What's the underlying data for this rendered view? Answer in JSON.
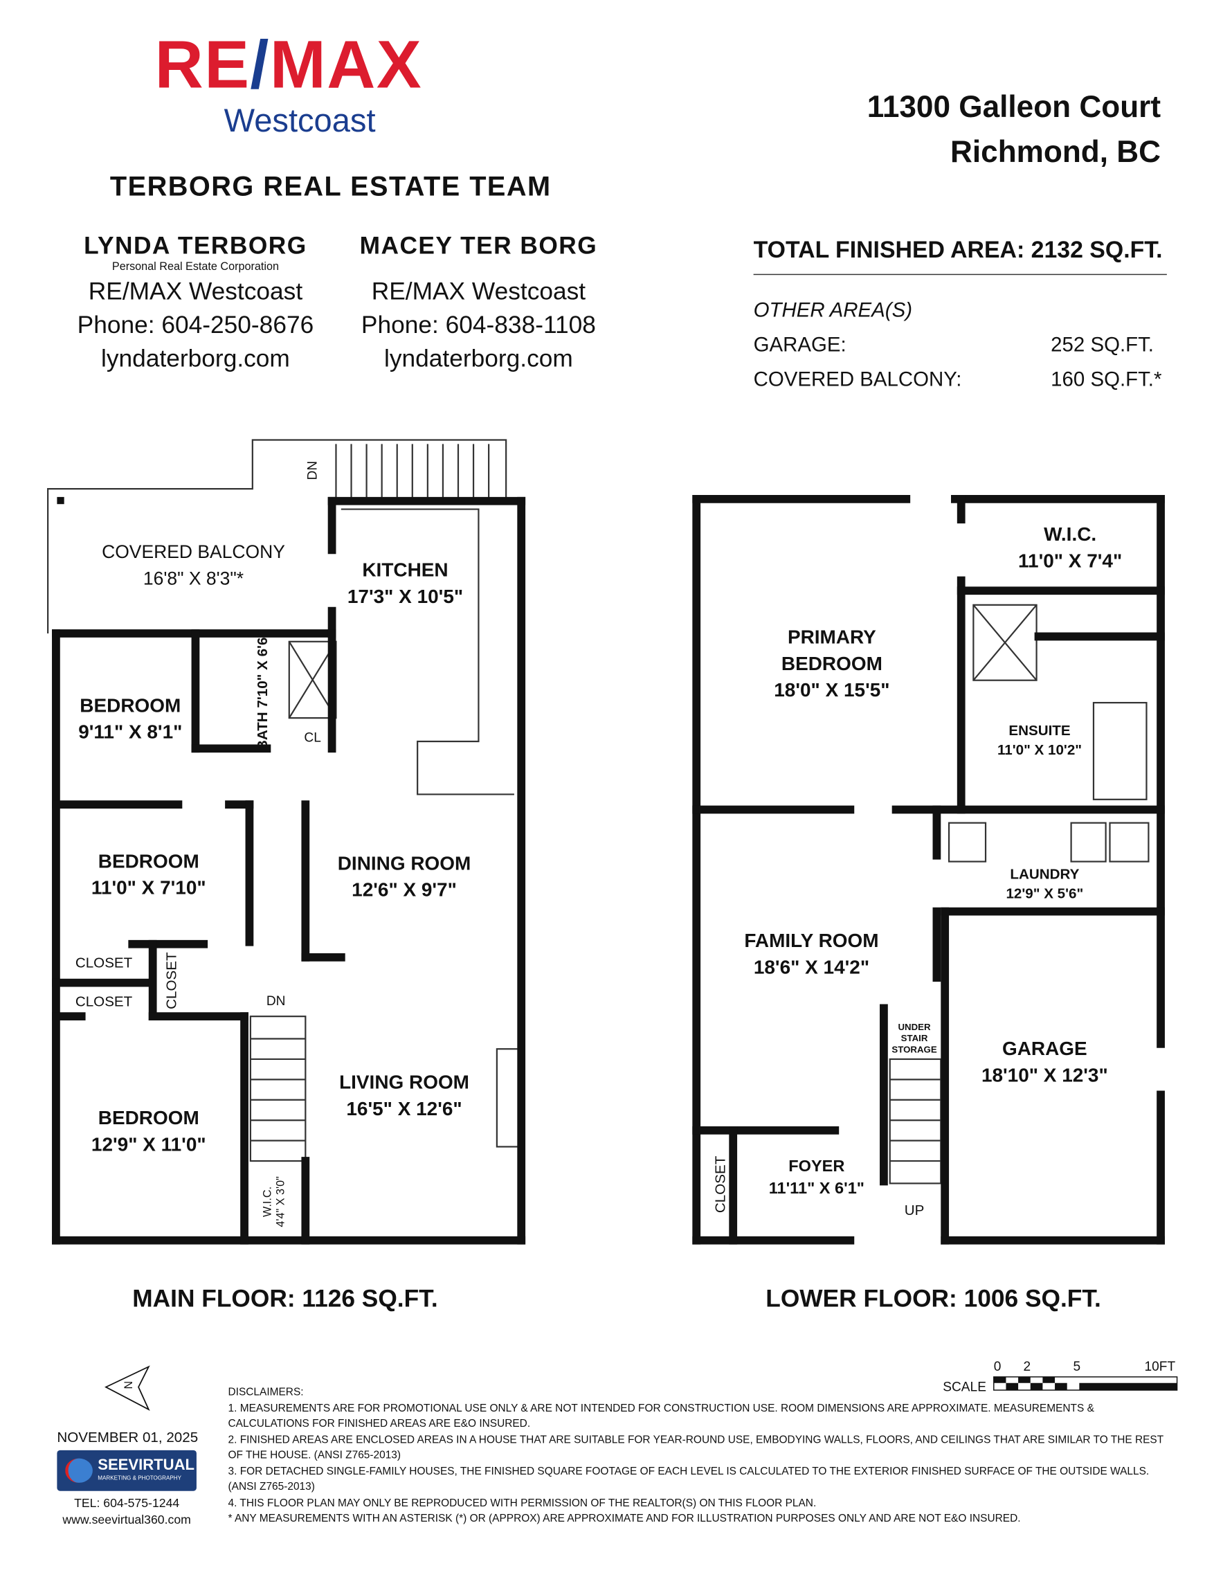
{
  "brand": {
    "logo_text": "RE/MAX",
    "logo_sub": "Westcoast",
    "red": "#dc1c2e",
    "blue": "#1a3d8f"
  },
  "team": "TERBORG REAL ESTATE TEAM",
  "agents": [
    {
      "name": "LYNDA TERBORG",
      "corp": "Personal Real Estate Corporation",
      "brokerage": "RE/MAX Westcoast",
      "phone": "Phone: 604-250-8676",
      "web": "lyndaterborg.com"
    },
    {
      "name": "MACEY TER BORG",
      "corp": "",
      "brokerage": "RE/MAX Westcoast",
      "phone": "Phone: 604-838-1108",
      "web": "lyndaterborg.com"
    }
  ],
  "address": {
    "line1": "11300 Galleon Court",
    "line2": "Richmond, BC"
  },
  "areas": {
    "total": "TOTAL FINISHED AREA:  2132 SQ.FT.",
    "other_heading": "OTHER AREA(S)",
    "items": [
      {
        "label": "GARAGE:",
        "value": "252 SQ.FT."
      },
      {
        "label": "COVERED BALCONY:",
        "value": "160 SQ.FT.*"
      }
    ]
  },
  "main_floor": {
    "label": "MAIN FLOOR: 1126 SQ.FT.",
    "rooms": {
      "balcony": [
        "COVERED BALCONY",
        "16'8\" X 8'3\"*"
      ],
      "kitchen": [
        "KITCHEN",
        "17'3\" X 10'5\""
      ],
      "bed1": [
        "BEDROOM",
        "9'11\" X 8'1\""
      ],
      "bath": [
        "BATH",
        "7'10\" X 6'6\""
      ],
      "cl": "CL",
      "bed2": [
        "BEDROOM",
        "11'0\" X 7'10\""
      ],
      "dining": [
        "DINING ROOM",
        "12'6\" X 9'7\""
      ],
      "closet1": "CLOSET",
      "closet2": "CLOSET",
      "closet3": "CLOSET",
      "bed3": [
        "BEDROOM",
        "12'9\" X 11'0\""
      ],
      "living": [
        "LIVING ROOM",
        "16'5\" X 12'6\""
      ],
      "wic": [
        "W.I.C.",
        "4'4\" X 3'0\""
      ],
      "dn1": "DN",
      "dn2": "DN"
    }
  },
  "lower_floor": {
    "label": "LOWER FLOOR: 1006 SQ.FT.",
    "rooms": {
      "primary": [
        "PRIMARY",
        "BEDROOM",
        "18'0\" X 15'5\""
      ],
      "wic": [
        "W.I.C.",
        "11'0\" X 7'4\""
      ],
      "ensuite": [
        "ENSUITE",
        "11'0\" X 10'2\""
      ],
      "laundry": [
        "LAUNDRY",
        "12'9\" X 5'6\""
      ],
      "family": [
        "FAMILY ROOM",
        "18'6\" X 14'2\""
      ],
      "storage": [
        "UNDER",
        "STAIR",
        "STORAGE"
      ],
      "garage": [
        "GARAGE",
        "18'10\" X 12'3\""
      ],
      "closet": "CLOSET",
      "foyer": [
        "FOYER",
        "11'11\" X 6'1\""
      ],
      "up": "UP"
    }
  },
  "scale": {
    "label": "SCALE",
    "ticks": [
      "0",
      "2",
      "5",
      "10FT"
    ]
  },
  "compass": "N",
  "date": "NOVEMBER 01, 2025",
  "vendor": {
    "name": "SEEVIRTUAL",
    "tagline": "MARKETING & PHOTOGRAPHY",
    "tel": "TEL: 604-575-1244",
    "web": "www.seevirtual360.com"
  },
  "disclaimers": {
    "heading": "DISCLAIMERS:",
    "items": [
      "1. MEASUREMENTS ARE FOR PROMOTIONAL USE ONLY & ARE NOT INTENDED FOR CONSTRUCTION USE. ROOM DIMENSIONS ARE APPROXIMATE. MEASUREMENTS & CALCULATIONS FOR FINISHED AREAS ARE E&O INSURED.",
      "2. FINISHED AREAS ARE ENCLOSED AREAS IN A HOUSE THAT ARE SUITABLE FOR YEAR-ROUND USE, EMBODYING WALLS, FLOORS, AND CEILINGS THAT ARE SIMILAR TO THE REST OF THE HOUSE. (ANSI Z765-2013)",
      "3. FOR DETACHED SINGLE-FAMILY HOUSES, THE FINISHED SQUARE FOOTAGE OF EACH LEVEL IS CALCULATED TO THE EXTERIOR FINISHED SURFACE OF THE OUTSIDE WALLS. (ANSI Z765-2013)",
      "4. THIS FLOOR PLAN MAY ONLY BE REPRODUCED WITH PERMISSION OF THE REALTOR(S) ON THIS FLOOR PLAN.",
      "* ANY MEASUREMENTS WITH AN ASTERISK (*) OR (APPROX) ARE APPROXIMATE AND FOR ILLUSTRATION PURPOSES ONLY AND ARE NOT E&O INSURED."
    ]
  }
}
